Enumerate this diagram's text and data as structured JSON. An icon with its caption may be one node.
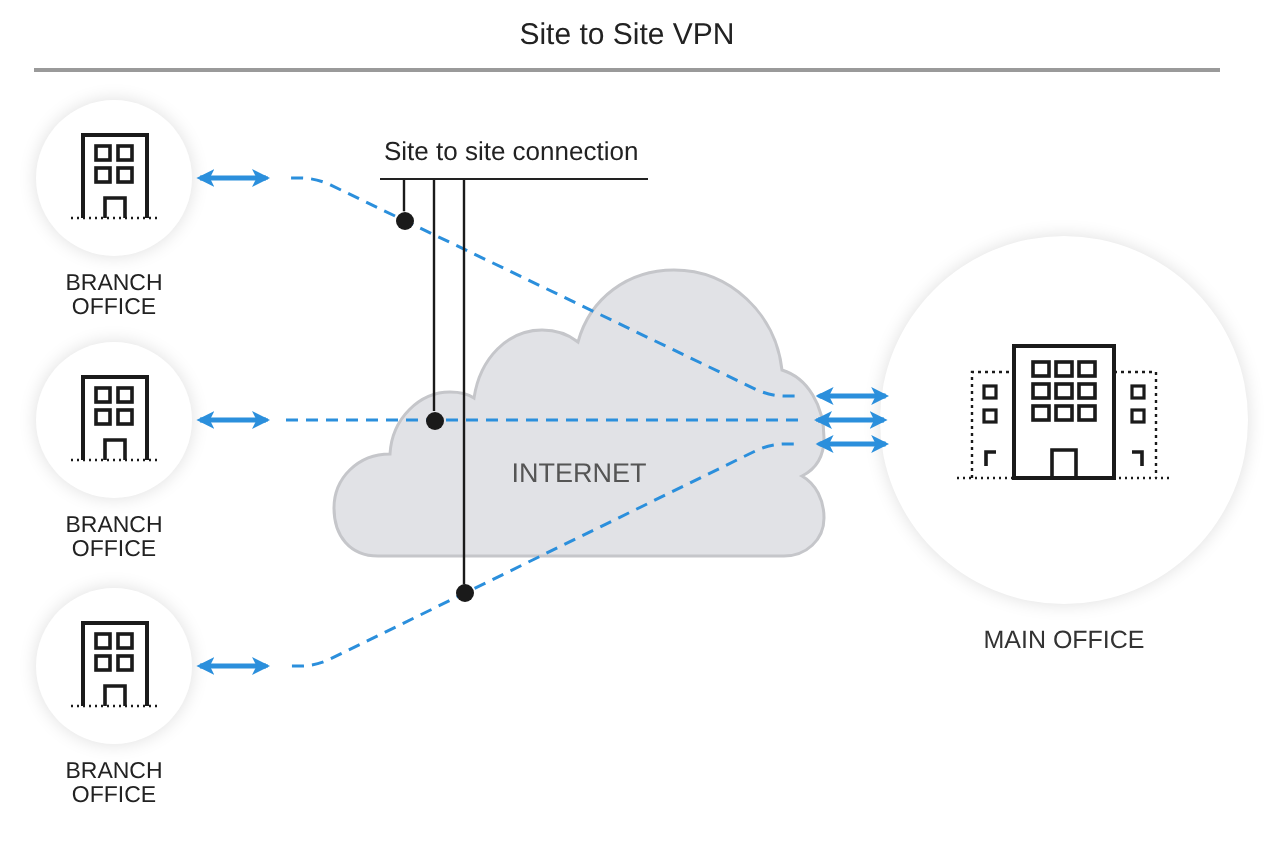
{
  "diagram": {
    "title": "Site to Site VPN",
    "nodes": [
      {
        "text": [
          "BRANCH OFFICE"
        ]
      },
      {
        "text": [
          "Site to site connection"
        ]
      },
      {
        "text": [
          "BRANCH OFFICE"
        ]
      },
      {
        "text": [
          "INTERNET"
        ]
      },
      {
        "text": [
          "MAIN OFFICE"
        ]
      },
      {
        "text": [
          "BRANCH OFFICE"
        ]
      },
      {
        "text": [],
        "shape": "circle"
      },
      {
        "text": [],
        "shape": "circle",
        "in": 3
      },
      {
        "text": [],
        "shape": "circle"
      }
    ],
    "edges": [
      {
        "from": 0,
        "to": 4,
        "arrow": "both",
        "style": "dashed",
        "color": "#2b8fdc"
      },
      {
        "from": 2,
        "to": 4,
        "arrow": "both",
        "style": "dashed",
        "color": "#2b8fdc"
      },
      {
        "from": 5,
        "to": 4,
        "arrow": "both",
        "style": "dashed",
        "color": "#2b8fdc"
      },
      {
        "from": 1,
        "to": 6,
        "arrow": "none",
        "color": "#1a1a1a"
      },
      {
        "from": 1,
        "to": 7,
        "arrow": "none",
        "color": "#1a1a1a"
      },
      {
        "from": 1,
        "to": 8,
        "arrow": "none",
        "color": "#1a1a1a"
      }
    ]
  }
}
